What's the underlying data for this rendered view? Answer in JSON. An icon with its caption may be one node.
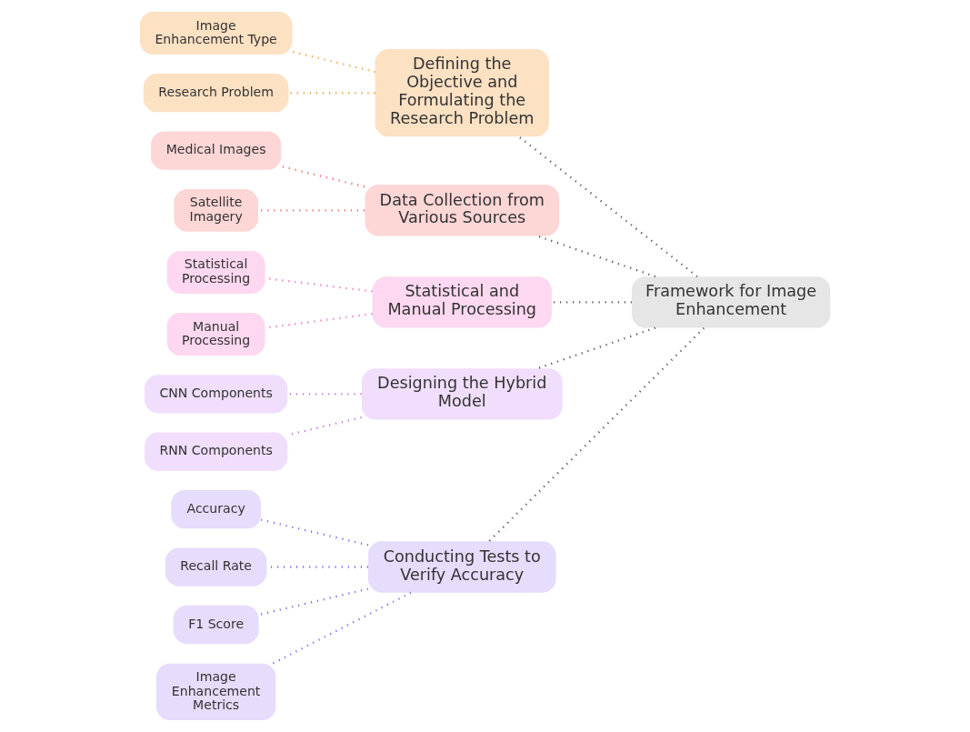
{
  "diagram": {
    "nodes": [
      {
        "text": [
          "Defining the Objective and Formulating the Research Problem"
        ]
      },
      {
        "text": [
          "Image Enhancement Type"
        ]
      },
      {
        "text": [
          "Research Problem"
        ]
      },
      {
        "text": [
          "Data Collection from Various Sources"
        ]
      },
      {
        "text": [
          "Medical Images"
        ]
      },
      {
        "text": [
          "Satellite Imagery"
        ]
      },
      {
        "text": [
          "Statistical and Manual Processing"
        ]
      },
      {
        "text": [
          "Statistical Processing"
        ]
      },
      {
        "text": [
          "Manual Processing"
        ]
      },
      {
        "text": [
          "Designing the Hybrid Model"
        ]
      },
      {
        "text": [
          "CNN Components"
        ]
      },
      {
        "text": [
          "RNN Components"
        ]
      },
      {
        "text": [
          "Conducting Tests to Verify Accuracy"
        ]
      },
      {
        "text": [
          "Accuracy"
        ]
      },
      {
        "text": [
          "Recall Rate"
        ]
      },
      {
        "text": [
          "F1 Score"
        ]
      },
      {
        "text": [
          "Image Enhancement Metrics"
        ]
      },
      {
        "text": [
          "Framework for Image Enhancement"
        ]
      }
    ],
    "edges": [
      {
        "from": 17,
        "to": 0,
        "arrow": "none",
        "style": "dashed",
        "color": "#555555"
      },
      {
        "from": 17,
        "to": 3,
        "arrow": "none",
        "style": "dashed",
        "color": "#555555"
      },
      {
        "from": 17,
        "to": 6,
        "arrow": "none",
        "style": "dashed",
        "color": "#555555"
      },
      {
        "from": 17,
        "to": 9,
        "arrow": "none",
        "style": "dashed",
        "color": "#555555"
      },
      {
        "from": 17,
        "to": 12,
        "arrow": "none",
        "style": "dashed",
        "color": "#555555"
      },
      {
        "from": 0,
        "to": 1,
        "arrow": "none",
        "style": "dashed",
        "color": "#f0a040"
      },
      {
        "from": 0,
        "to": 2,
        "arrow": "none",
        "style": "dashed",
        "color": "#f0a040"
      },
      {
        "from": 3,
        "to": 4,
        "arrow": "none",
        "style": "dashed",
        "color": "#f06a6a"
      },
      {
        "from": 3,
        "to": 5,
        "arrow": "none",
        "style": "dashed",
        "color": "#f06a6a"
      },
      {
        "from": 6,
        "to": 7,
        "arrow": "none",
        "style": "dashed",
        "color": "#f070c0"
      },
      {
        "from": 6,
        "to": 8,
        "arrow": "none",
        "style": "dashed",
        "color": "#f070c0"
      },
      {
        "from": 9,
        "to": 10,
        "arrow": "none",
        "style": "dashed",
        "color": "#c070f0"
      },
      {
        "from": 9,
        "to": 11,
        "arrow": "none",
        "style": "dashed",
        "color": "#c070f0"
      },
      {
        "from": 12,
        "to": 13,
        "arrow": "none",
        "style": "dashed",
        "color": "#7070f0"
      },
      {
        "from": 12,
        "to": 14,
        "arrow": "none",
        "style": "dashed",
        "color": "#7070f0"
      },
      {
        "from": 12,
        "to": 15,
        "arrow": "none",
        "style": "dashed",
        "color": "#7070f0"
      },
      {
        "from": 12,
        "to": 16,
        "arrow": "none",
        "style": "dashed",
        "color": "#7070f0"
      }
    ]
  }
}
